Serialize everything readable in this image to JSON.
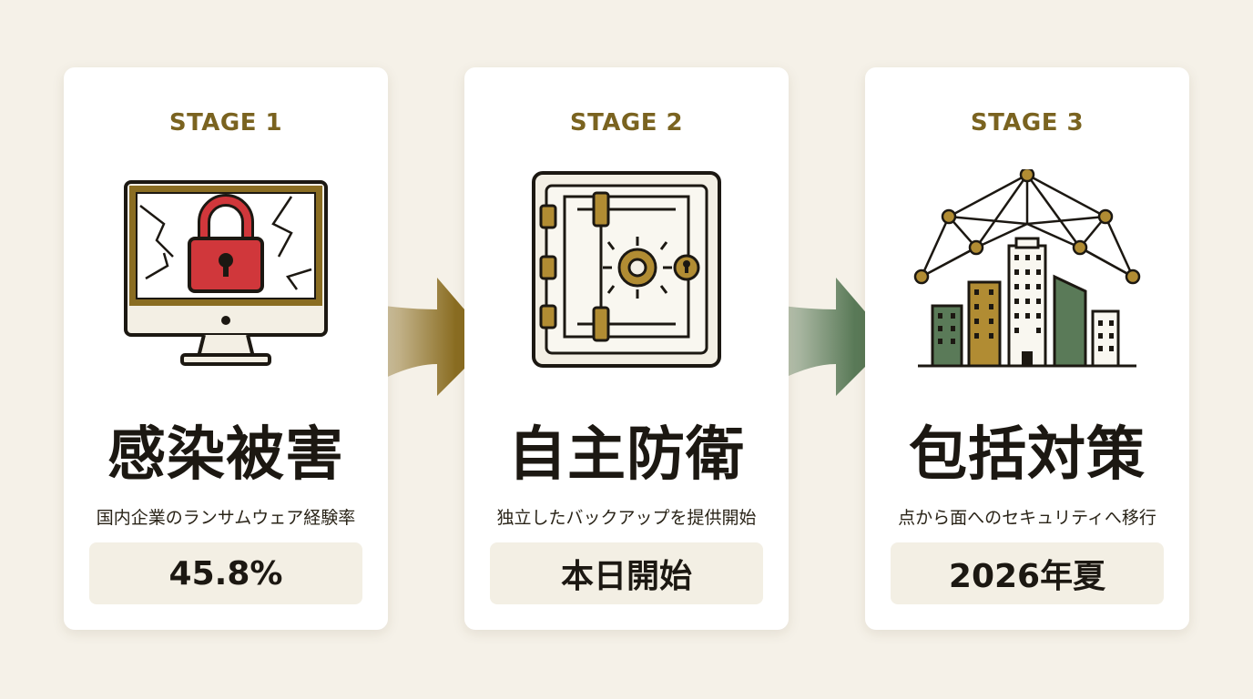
{
  "stages": [
    {
      "label": "STAGE 1",
      "title": "感染被害",
      "description": "国内企業のランサムウェア経験率",
      "value": "45.8%",
      "icon": "locked-monitor-icon"
    },
    {
      "label": "STAGE 2",
      "title": "自主防衛",
      "description": "独立したバックアップを提供開始",
      "value": "本日開始",
      "icon": "vault-icon"
    },
    {
      "label": "STAGE 3",
      "title": "包括対策",
      "description": "点から面へのセキュリティへ移行",
      "value": "2026年夏",
      "icon": "network-city-icon"
    }
  ],
  "colors": {
    "gold": "#8a6d22",
    "red": "#d0373b",
    "green": "#5a7a58",
    "background": "#f5f1e8"
  }
}
